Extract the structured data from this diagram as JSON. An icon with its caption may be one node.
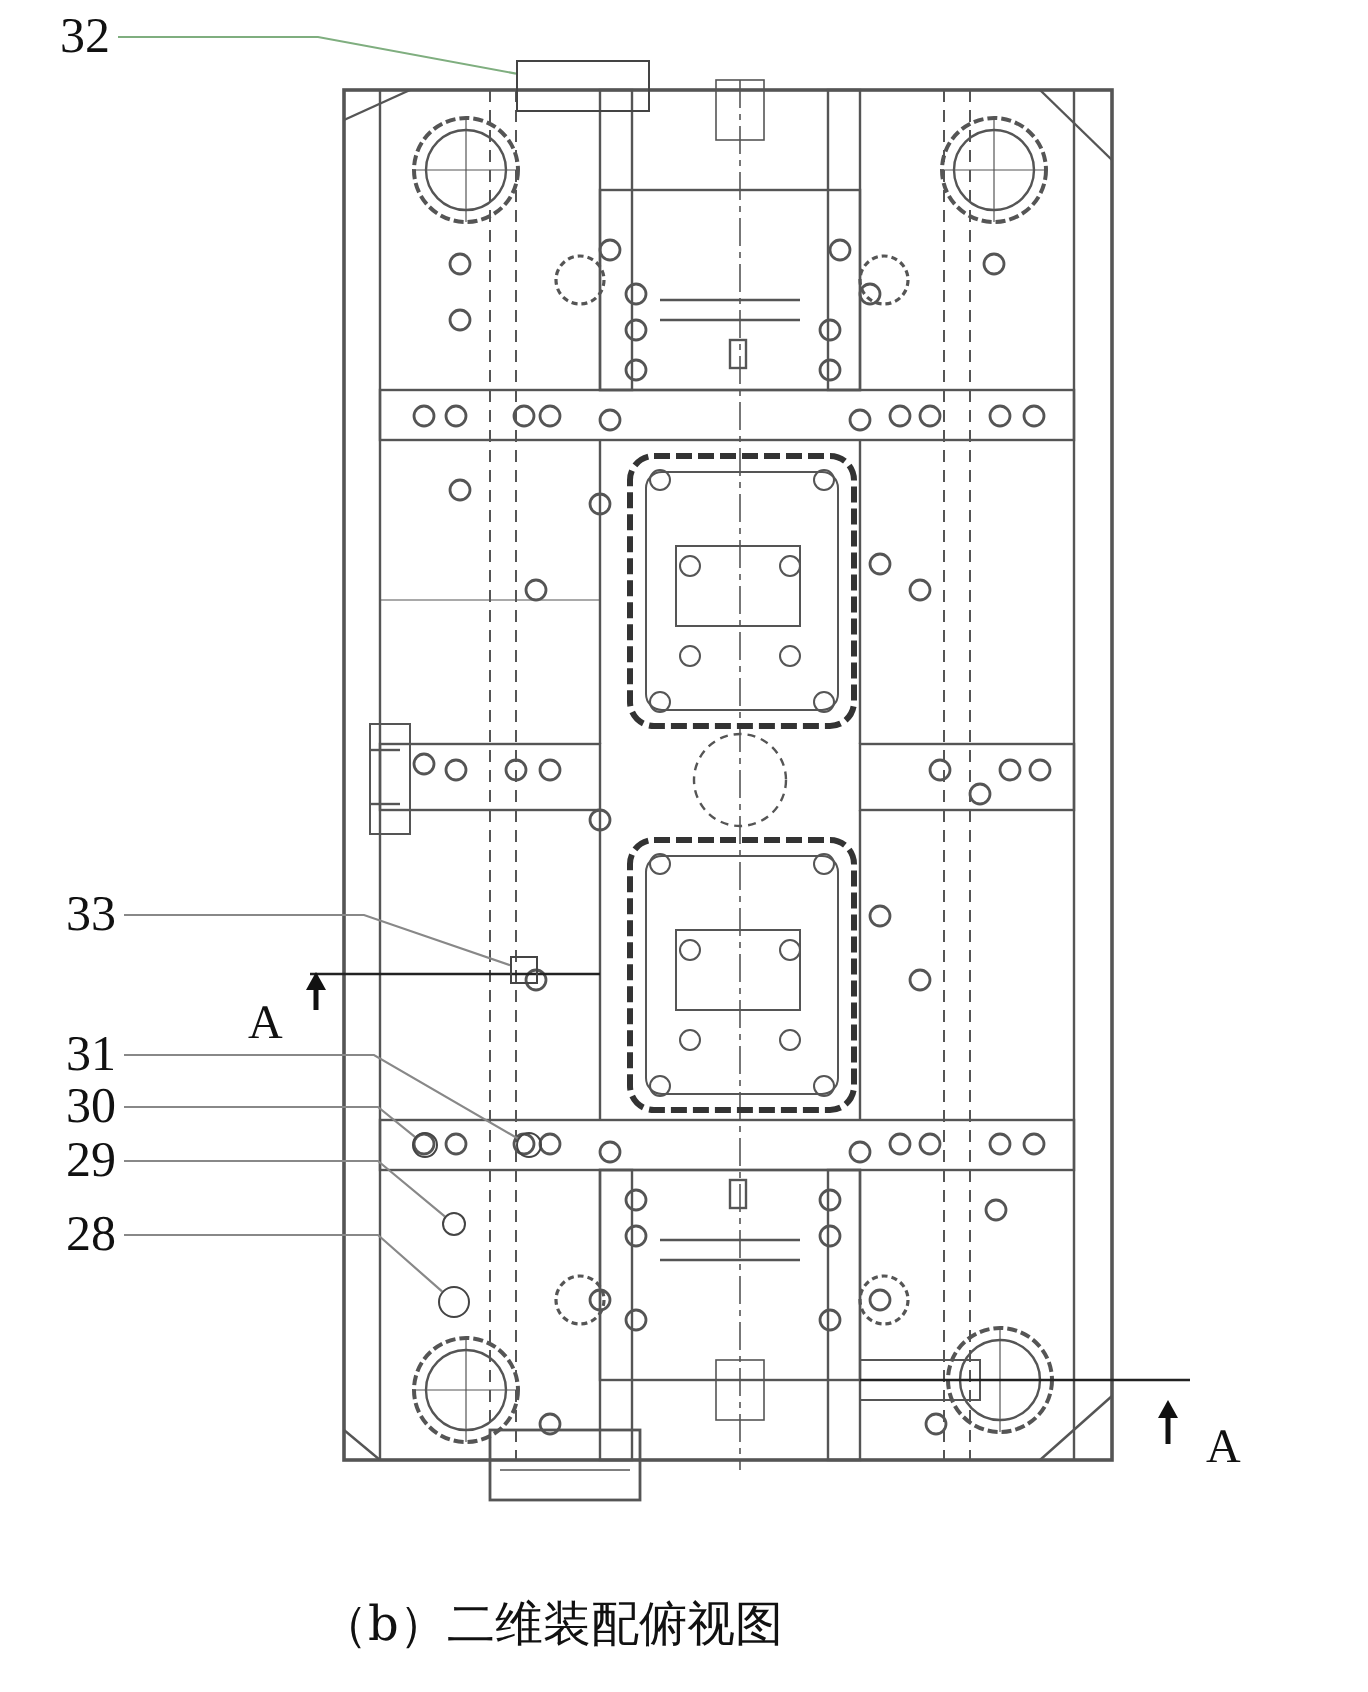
{
  "diagram": {
    "caption": "（b）二维装配俯视图",
    "nodes": [
      {
        "text": [
          "32"
        ]
      },
      {
        "text": [],
        "shape": "box"
      },
      {
        "text": [
          "33"
        ]
      },
      {
        "text": [],
        "shape": "box"
      },
      {
        "text": [
          "31"
        ]
      },
      {
        "text": [],
        "shape": "circle"
      },
      {
        "text": [
          "30"
        ]
      },
      {
        "text": [],
        "shape": "circle"
      },
      {
        "text": [
          "29"
        ]
      },
      {
        "text": [],
        "shape": "circle"
      },
      {
        "text": [
          "28"
        ]
      },
      {
        "text": [],
        "shape": "circle"
      }
    ],
    "edges": [
      {
        "from": 0,
        "to": 1,
        "arrow": "none",
        "color": "#7fae7f"
      },
      {
        "from": 2,
        "to": 3,
        "arrow": "none"
      },
      {
        "from": 4,
        "to": 5,
        "arrow": "none"
      },
      {
        "from": 6,
        "to": 7,
        "arrow": "none"
      },
      {
        "from": 8,
        "to": 9,
        "arrow": "none"
      },
      {
        "from": 10,
        "to": 11,
        "arrow": "none"
      }
    ],
    "labels": [
      "A",
      "A"
    ]
  }
}
